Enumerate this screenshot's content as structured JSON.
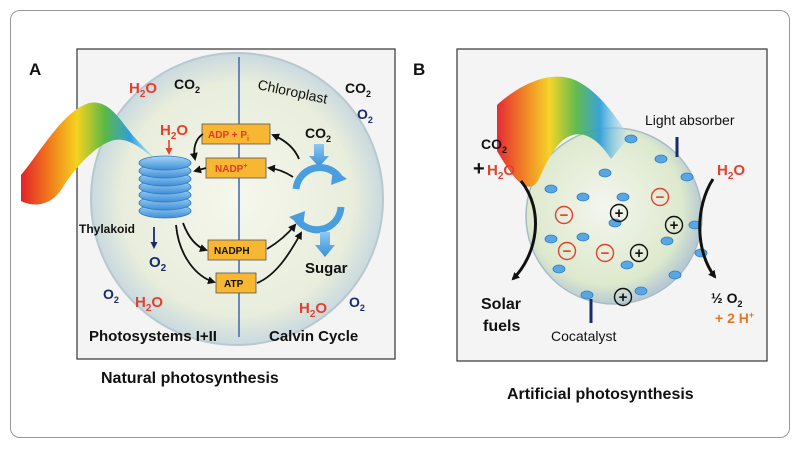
{
  "panel_a": {
    "letter": "A",
    "caption": "Natural photosynthesis",
    "chloroplast": "Chloroplast",
    "thylakoid": "Thylakoid",
    "photosystems": "Photosystems I+II",
    "calvin": "Calvin Cycle",
    "sugar": "Sugar",
    "box_adp": "ADP + P",
    "box_adp_sub": "i",
    "box_nadp": "NADP",
    "box_nadp_sup": "+",
    "box_nadph": "NADPH",
    "box_atp": "ATP",
    "h2o": "H",
    "h2o_sub": "2",
    "h2o_end": "O",
    "co2": "CO",
    "co2_sub": "2",
    "o2": "O",
    "o2_sub": "2"
  },
  "panel_b": {
    "letter": "B",
    "caption": "Artificial photosynthesis",
    "light_absorber": "Light absorber",
    "cocatalyst": "Cocatalyst",
    "solar": "Solar",
    "fuels": "fuels",
    "plus": "+",
    "half": "½ O",
    "half_sub": "2",
    "two_h": "+ 2 H",
    "two_h_sup": "+",
    "minus_sign": "−",
    "plus_sign": "+"
  },
  "colors": {
    "water": "#e2412f",
    "oxygen": "#1a2a6c",
    "box_fill": "#f7b733",
    "box_text_a": "#e23a2a",
    "proton": "#e07a27",
    "sphere": "#d8e8c4",
    "bead": "#5aa6e2"
  }
}
